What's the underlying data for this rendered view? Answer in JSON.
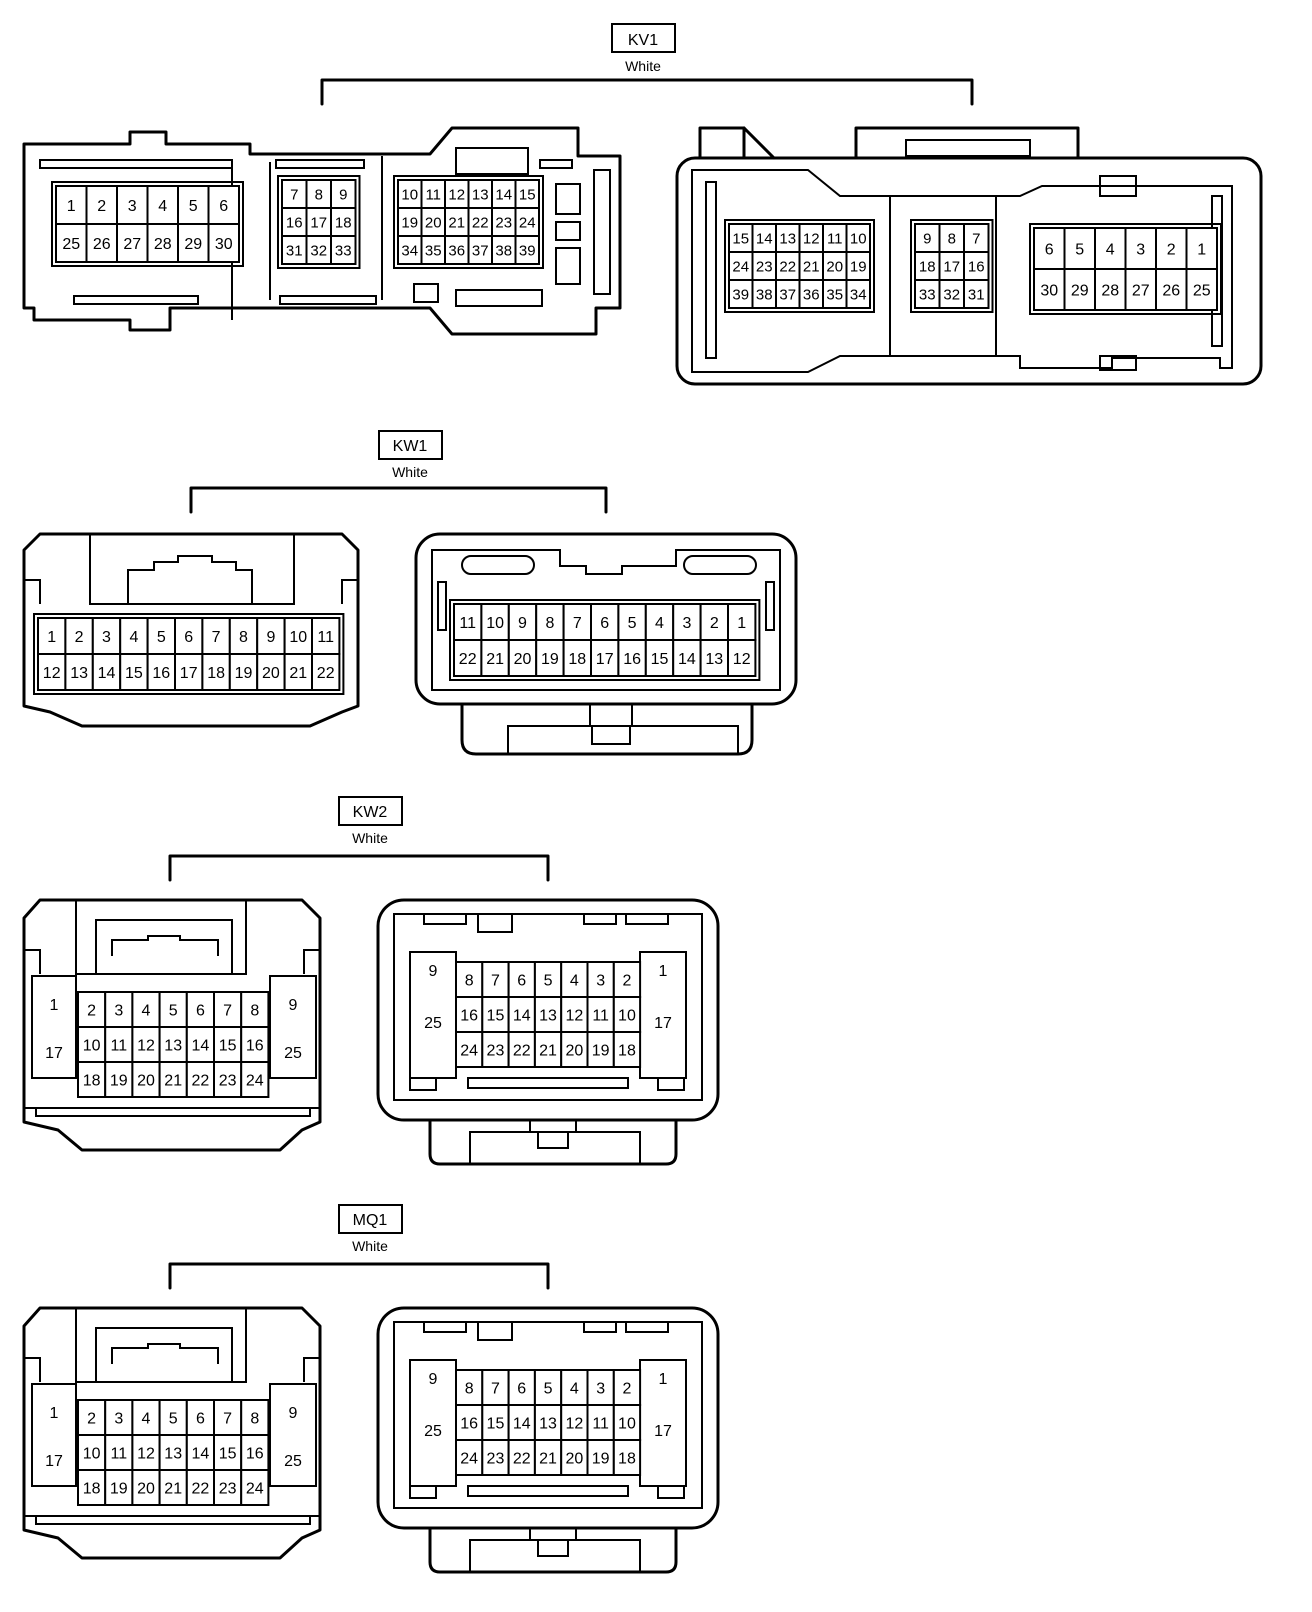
{
  "connectors": [
    {
      "id": "KV1",
      "label": "KV1",
      "color": "White",
      "views": [
        {
          "blocks": [
            [
              [
                "1",
                "2",
                "3",
                "4",
                "5",
                "6"
              ],
              [
                "25",
                "26",
                "27",
                "28",
                "29",
                "30"
              ]
            ],
            [
              [
                "7",
                "8",
                "9"
              ],
              [
                "16",
                "17",
                "18"
              ],
              [
                "31",
                "32",
                "33"
              ]
            ],
            [
              [
                "10",
                "11",
                "12",
                "13",
                "14",
                "15"
              ],
              [
                "19",
                "20",
                "21",
                "22",
                "23",
                "24"
              ],
              [
                "34",
                "35",
                "36",
                "37",
                "38",
                "39"
              ]
            ]
          ]
        },
        {
          "blocks": [
            [
              [
                "15",
                "14",
                "13",
                "12",
                "11",
                "10"
              ],
              [
                "24",
                "23",
                "22",
                "21",
                "20",
                "19"
              ],
              [
                "39",
                "38",
                "37",
                "36",
                "35",
                "34"
              ]
            ],
            [
              [
                "9",
                "8",
                "7"
              ],
              [
                "18",
                "17",
                "16"
              ],
              [
                "33",
                "32",
                "31"
              ]
            ],
            [
              [
                "6",
                "5",
                "4",
                "3",
                "2",
                "1"
              ],
              [
                "30",
                "29",
                "28",
                "27",
                "26",
                "25"
              ]
            ]
          ]
        }
      ]
    },
    {
      "id": "KW1",
      "label": "KW1",
      "color": "White",
      "views": [
        {
          "blocks": [
            [
              [
                "1",
                "2",
                "3",
                "4",
                "5",
                "6",
                "7",
                "8",
                "9",
                "10",
                "11"
              ],
              [
                "12",
                "13",
                "14",
                "15",
                "16",
                "17",
                "18",
                "19",
                "20",
                "21",
                "22"
              ]
            ]
          ]
        },
        {
          "blocks": [
            [
              [
                "11",
                "10",
                "9",
                "8",
                "7",
                "6",
                "5",
                "4",
                "3",
                "2",
                "1"
              ],
              [
                "22",
                "21",
                "20",
                "19",
                "18",
                "17",
                "16",
                "15",
                "14",
                "13",
                "12"
              ]
            ]
          ]
        }
      ]
    },
    {
      "id": "KW2",
      "label": "KW2",
      "color": "White",
      "views": [
        {
          "side_left": [
            "1",
            "17"
          ],
          "side_right": [
            "9",
            "25"
          ],
          "grid": [
            [
              "2",
              "3",
              "4",
              "5",
              "6",
              "7",
              "8"
            ],
            [
              "10",
              "11",
              "12",
              "13",
              "14",
              "15",
              "16"
            ],
            [
              "18",
              "19",
              "20",
              "21",
              "22",
              "23",
              "24"
            ]
          ]
        },
        {
          "side_left": [
            "9",
            "25"
          ],
          "side_right": [
            "1",
            "17"
          ],
          "grid": [
            [
              "8",
              "7",
              "6",
              "5",
              "4",
              "3",
              "2"
            ],
            [
              "16",
              "15",
              "14",
              "13",
              "12",
              "11",
              "10"
            ],
            [
              "24",
              "23",
              "22",
              "21",
              "20",
              "19",
              "18"
            ]
          ]
        }
      ]
    },
    {
      "id": "MQ1",
      "label": "MQ1",
      "color": "White",
      "views": [
        {
          "side_left": [
            "1",
            "17"
          ],
          "side_right": [
            "9",
            "25"
          ],
          "grid": [
            [
              "2",
              "3",
              "4",
              "5",
              "6",
              "7",
              "8"
            ],
            [
              "10",
              "11",
              "12",
              "13",
              "14",
              "15",
              "16"
            ],
            [
              "18",
              "19",
              "20",
              "21",
              "22",
              "23",
              "24"
            ]
          ]
        },
        {
          "side_left": [
            "9",
            "25"
          ],
          "side_right": [
            "1",
            "17"
          ],
          "grid": [
            [
              "8",
              "7",
              "6",
              "5",
              "4",
              "3",
              "2"
            ],
            [
              "16",
              "15",
              "14",
              "13",
              "12",
              "11",
              "10"
            ],
            [
              "24",
              "23",
              "22",
              "21",
              "20",
              "19",
              "18"
            ]
          ]
        }
      ]
    }
  ]
}
